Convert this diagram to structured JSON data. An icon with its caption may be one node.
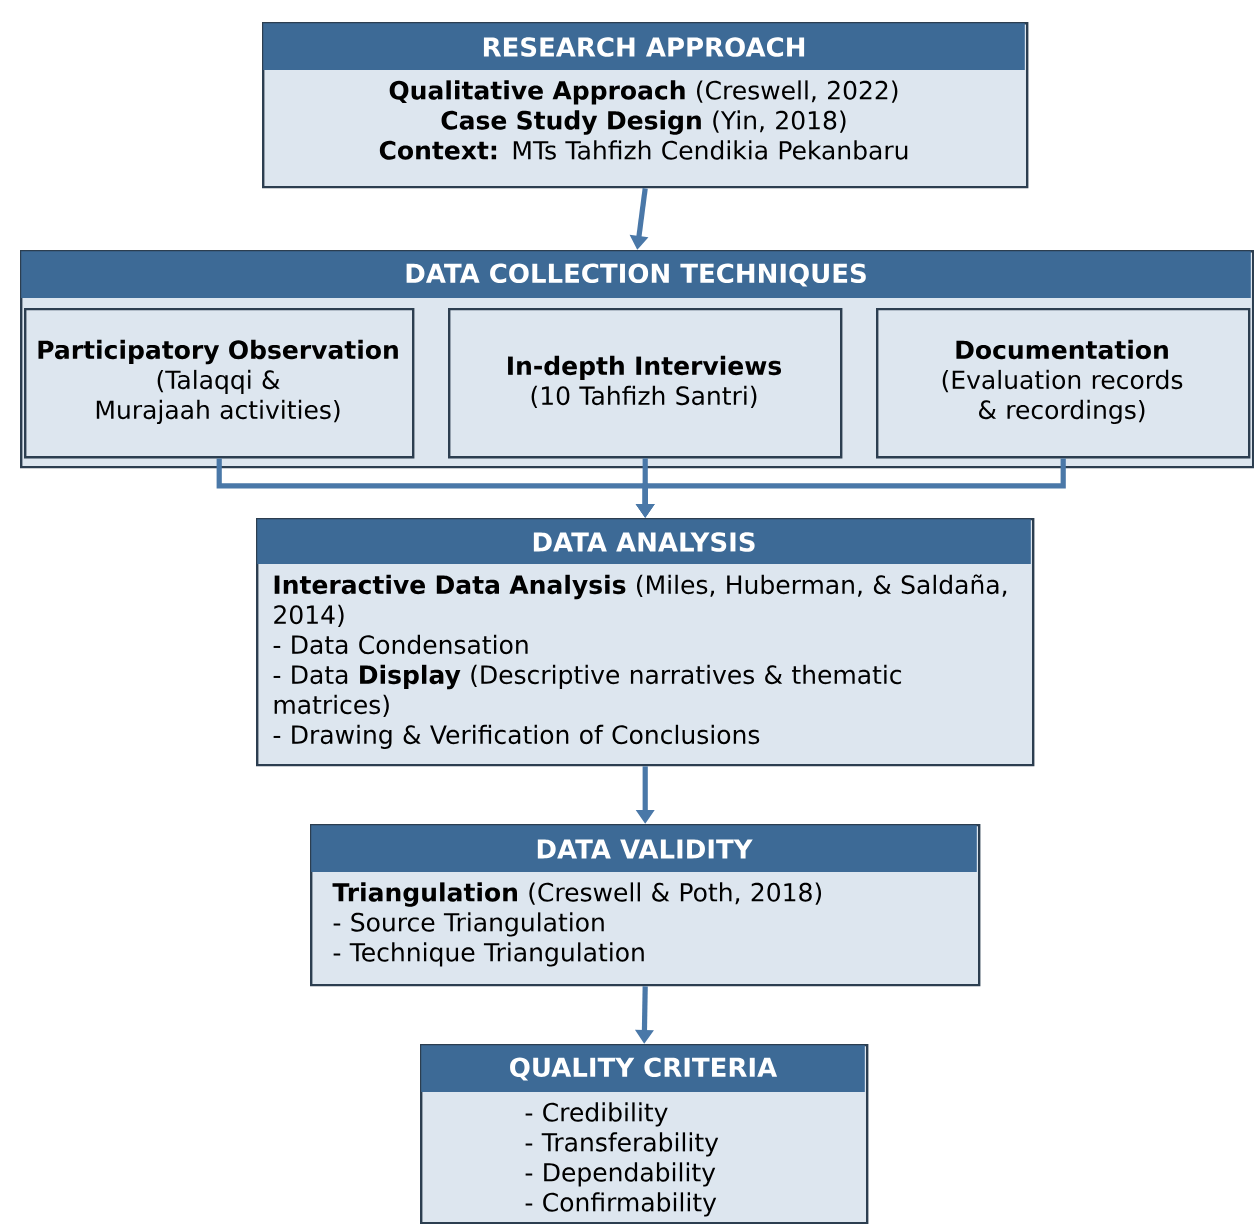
{
  "diagram": {
    "nodes": [
      {
        "text": [
          "RESEARCH APPROACH",
          "**Qualitative Approach** (Creswell, 2022)",
          "**Case Study Design** (Yin, 2018)",
          "**Context:** MTs Tahfizh Cendikia Pekanbaru"
        ]
      },
      {
        "text": [
          "DATA COLLECTION TECHNIQUES"
        ]
      },
      {
        "text": [
          "Participatory Observation",
          "(Talaqqi & Murajaah activities)"
        ],
        "in": 1
      },
      {
        "text": [
          "In-depth Interviews",
          "(10 Tahfizh Santri)"
        ],
        "in": 1
      },
      {
        "text": [
          "Documentation",
          "(Evaluation records & recordings)"
        ],
        "in": 1
      },
      {
        "text": [
          "DATA ANALYSIS",
          "**Interactive Data Analysis** (Miles, Huberman, & Saldaña, 2014)",
          "- Data Condensation",
          "- Data **Display** (Descriptive narratives & thematic matrices)",
          "- Drawing & Verification of Conclusions"
        ]
      },
      {
        "text": [
          "DATA VALIDITY",
          "**Triangulation** (Creswell & Poth, 2018)",
          "- Source Triangulation",
          "- Technique Triangulation"
        ]
      },
      {
        "text": [
          "QUALITY CRITERIA",
          "- Credibility",
          "- Transferability",
          "- Dependability",
          "- Confirmability"
        ]
      }
    ],
    "edges": [
      {
        "from": 0,
        "to": 1,
        "arrow": "to"
      },
      {
        "from": 2,
        "to": 5,
        "arrow": "to"
      },
      {
        "from": 3,
        "to": 5,
        "arrow": "to"
      },
      {
        "from": 4,
        "to": 5,
        "arrow": "to"
      },
      {
        "from": 5,
        "to": 6,
        "arrow": "to"
      },
      {
        "from": 6,
        "to": 7,
        "arrow": "to"
      }
    ]
  }
}
